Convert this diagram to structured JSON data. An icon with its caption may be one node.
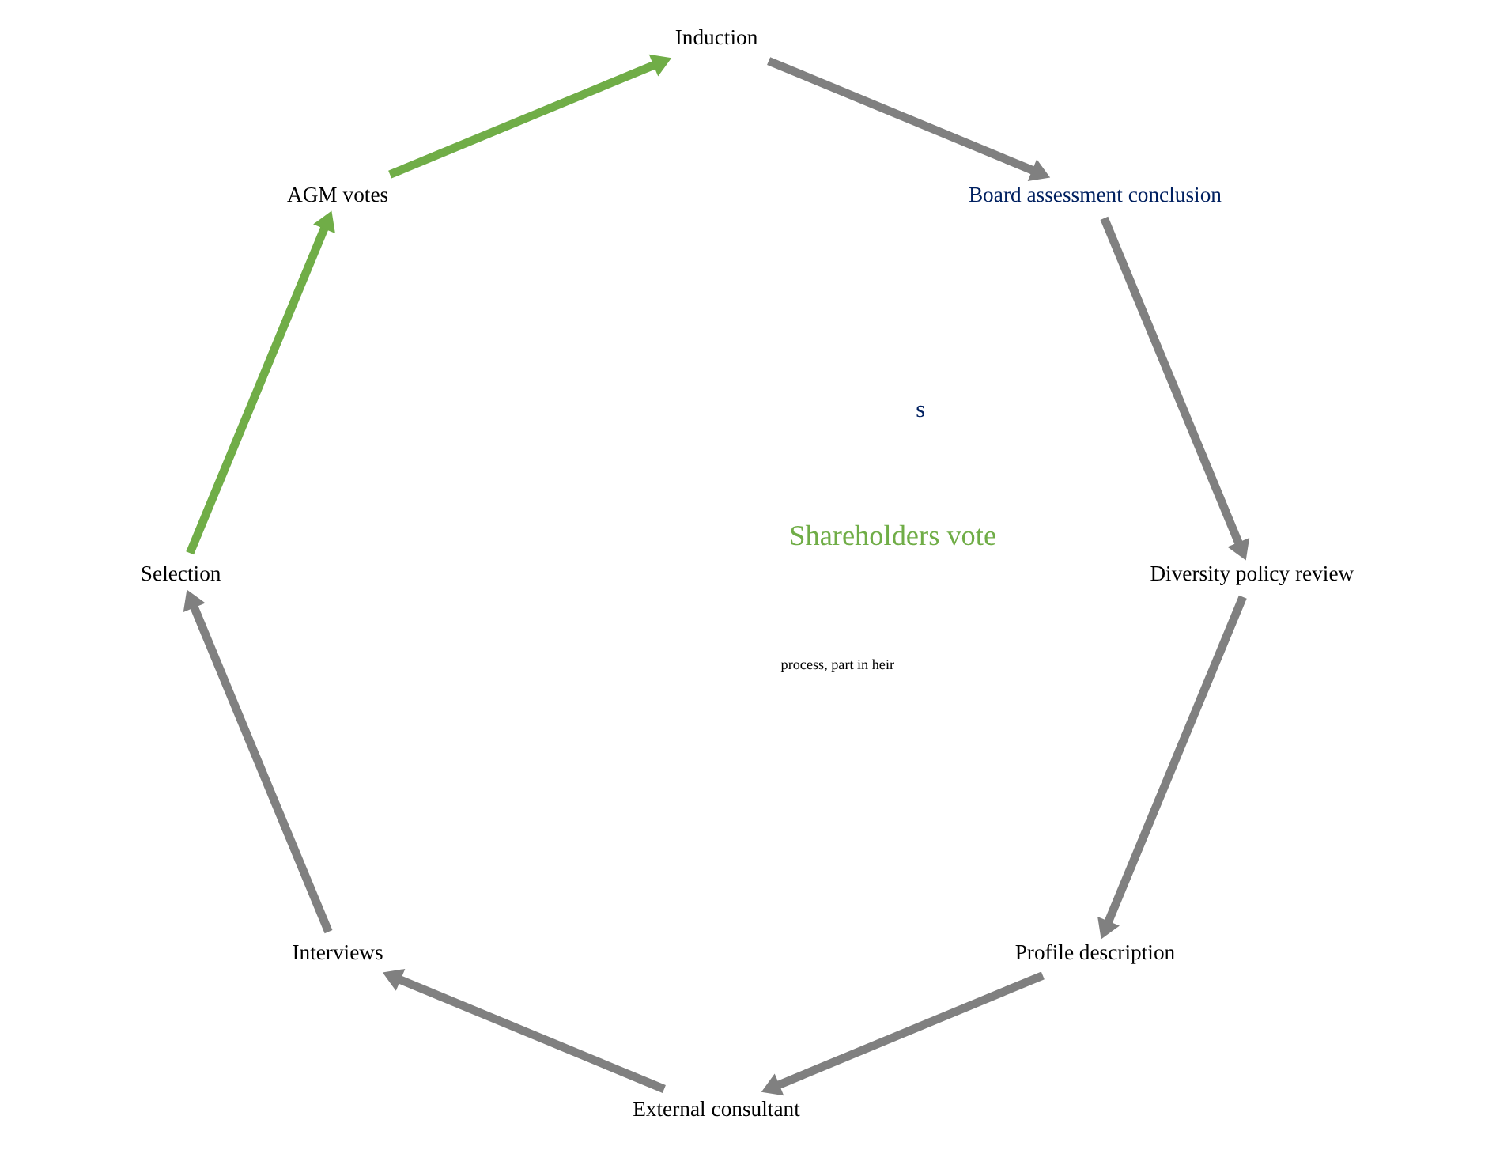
{
  "diagram": {
    "nodes": [
      {
        "text": [
          "Profile description"
        ]
      },
      {
        "text": [
          "External consultant"
        ]
      },
      {
        "text": [
          "Interviews"
        ]
      },
      {
        "text": [
          "Selection"
        ]
      },
      {
        "text": [
          "AGM votes"
        ]
      },
      {
        "text": [
          "Induction"
        ]
      },
      {
        "text": [
          "Board assessment conclusion"
        ]
      },
      {
        "text": [
          "Diversity policy review"
        ]
      }
    ],
    "edges": [
      {
        "from": 0,
        "to": 1,
        "arrow": "to"
      },
      {
        "from": 1,
        "to": 2,
        "arrow": "to"
      },
      {
        "from": 2,
        "to": 3,
        "arrow": "to"
      },
      {
        "from": 3,
        "to": 4,
        "arrow": "to",
        "color": "#70ad47"
      },
      {
        "from": 4,
        "to": 5,
        "arrow": "to",
        "color": "#70ad47"
      },
      {
        "from": 5,
        "to": 6,
        "arrow": "to"
      },
      {
        "from": 6,
        "to": 7,
        "arrow": "to"
      },
      {
        "from": 7,
        "to": 0,
        "arrow": "to"
      }
    ],
    "labels": [
      "s",
      "process, part in heir",
      "Shareholders vote"
    ]
  }
}
